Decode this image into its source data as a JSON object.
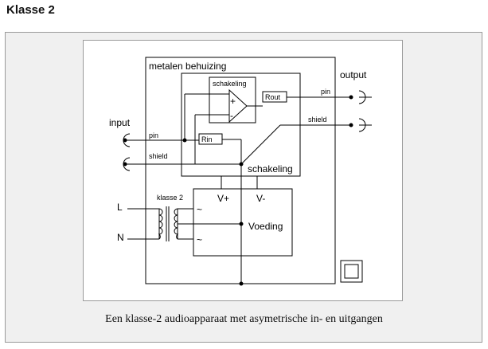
{
  "heading": "Klasse 2",
  "caption": "Een klasse-2 audioapparaat met asymetrische in- en uitgangen",
  "labels": {
    "enclosure": "metalen behuizing",
    "inner_circuit": "schakeling",
    "opamp_box": "schakeling",
    "rout": "Rout",
    "rin": "Rin",
    "input": "input",
    "output": "output",
    "in_pin": "pin",
    "in_shield": "shield",
    "out_pin": "pin",
    "out_shield": "shield",
    "plus": "+",
    "minus": "-",
    "supply": "Voeding",
    "vplus": "V+",
    "vminus": "V-",
    "transformer": "klasse 2",
    "line": "L",
    "neutral": "N",
    "tilde_top": "~",
    "tilde_bottom": "~"
  }
}
